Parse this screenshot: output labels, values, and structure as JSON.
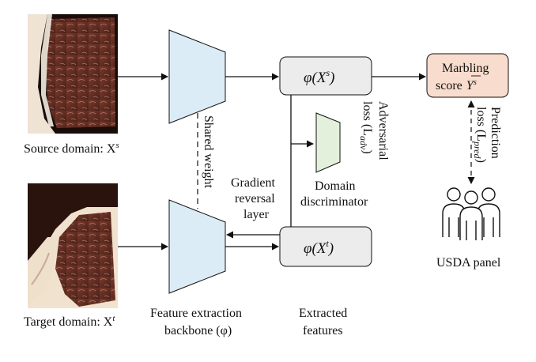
{
  "labels": {
    "source_domain": "Source domain: X",
    "source_sup": "s",
    "target_domain": "Target domain: X",
    "target_sup": "t",
    "feat_source_main": "φ(X",
    "feat_source_sup": "s",
    "feat_target_main": "φ(X",
    "feat_target_sup": "t",
    "feat_close": ")",
    "marbling_line1": "Marbling",
    "marbling_line2": "score",
    "marbling_sym": "Y",
    "marbling_sym_sup": "s",
    "shared_weight": "Shared weight",
    "adv_line1": "Adversarial",
    "adv_line2_pre": "loss (L",
    "adv_line2_sub": "adv",
    "adv_line2_post": ")",
    "pred_line1": "Prediction",
    "pred_line2_pre": "loss (L",
    "pred_line2_sub": "pred",
    "pred_line2_post": ")",
    "grl_line1": "Gradient",
    "grl_line2": "reversal",
    "grl_line3": "layer",
    "disc_line1": "Domain",
    "disc_line2": "discriminator",
    "backbone_line1": "Feature extraction",
    "backbone_line2": "backbone (φ)",
    "extracted_line1": "Extracted",
    "extracted_line2": "features",
    "usda_panel": "USDA panel"
  },
  "colors": {
    "backbone_fill": "#dcecf7",
    "discriminator_fill": "#e2f0dc",
    "feature_box_fill": "#ececec",
    "marbling_fill": "#f8dccd",
    "meat_dark": "#5a2a22",
    "meat_fat": "#efe3d4"
  }
}
